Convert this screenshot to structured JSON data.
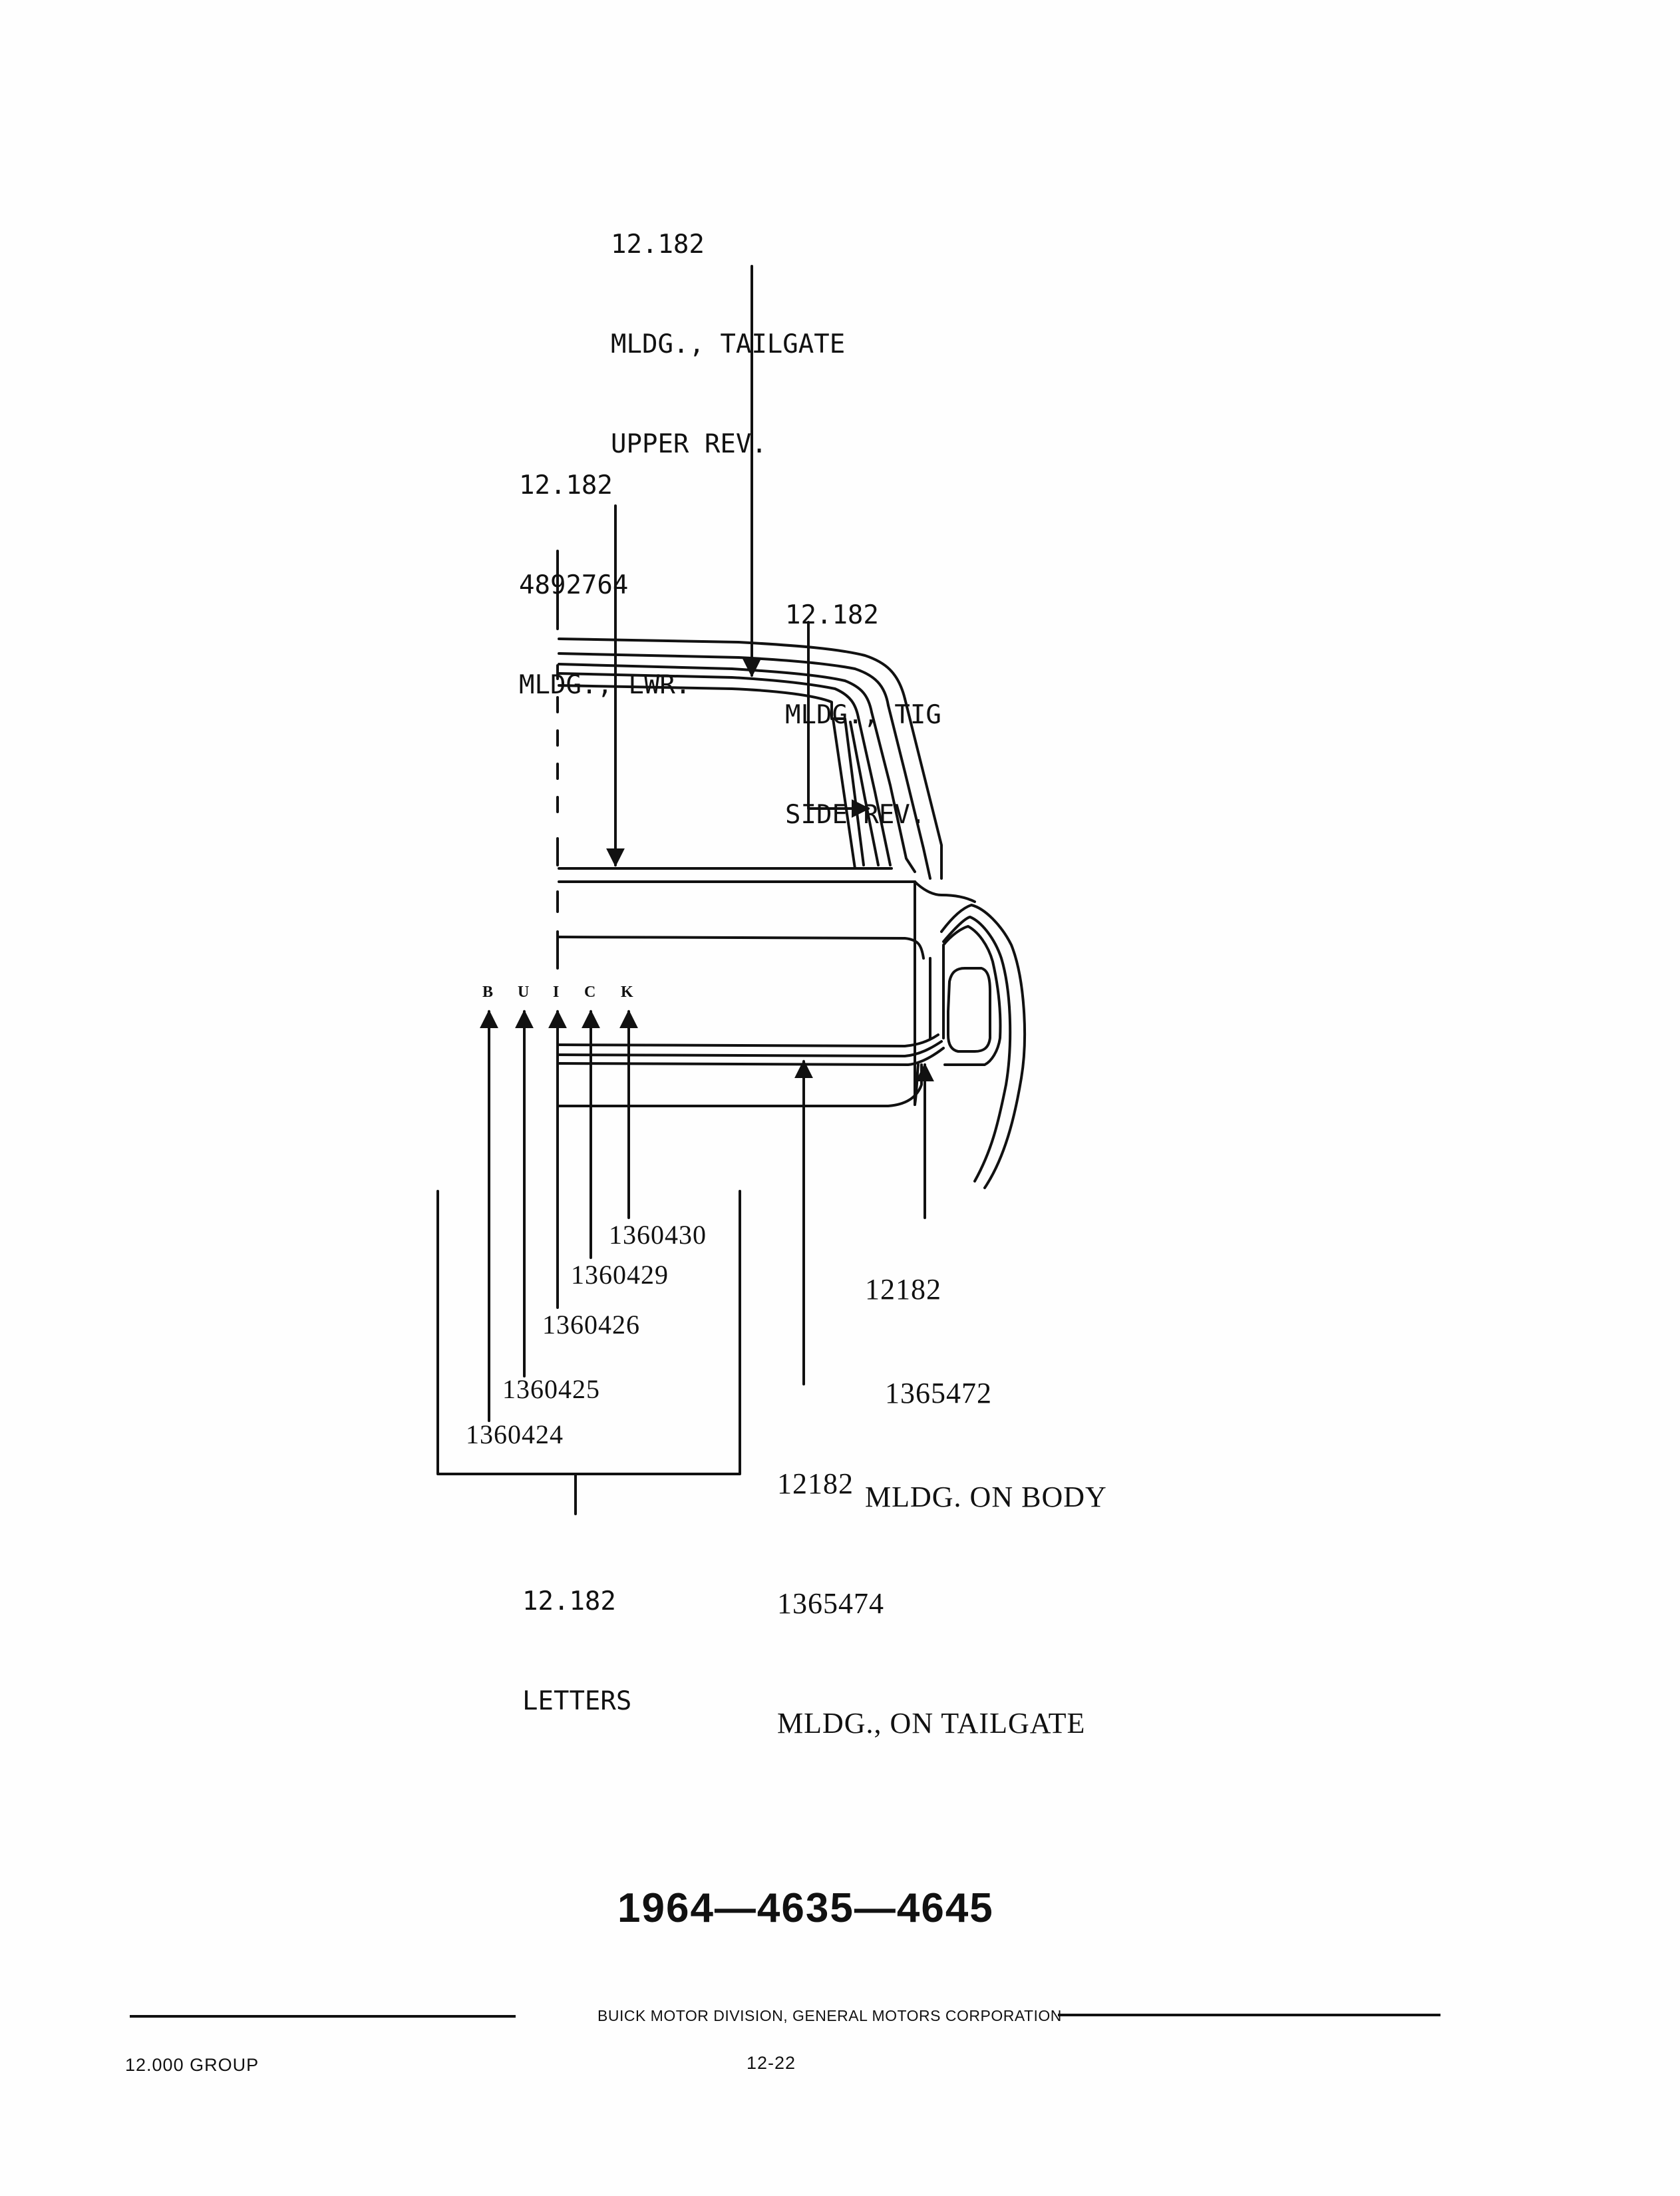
{
  "callouts": {
    "tailgate_upper": {
      "code": "12.182",
      "line1": "MLDG., TAILGATE",
      "line2": "UPPER REV."
    },
    "lower": {
      "code": "12.182",
      "part": "4892764",
      "line1": "MLDG., LWR."
    },
    "tlg_side": {
      "code": "12.182",
      "line1": "MLDG., TIG",
      "line2": "SIDE REV."
    },
    "on_body": {
      "code": "12182",
      "part": "1365472",
      "line1": "MLDG. ON BODY"
    },
    "on_tailgate": {
      "code": "12182",
      "part": "1365474",
      "line1": "MLDG., ON TAILGATE"
    },
    "letters": {
      "code": "12.182",
      "line1": "LETTERS",
      "chars": [
        "B",
        "U",
        "I",
        "C",
        "K"
      ],
      "parts": [
        "1360424",
        "1360425",
        "1360426",
        "1360429",
        "1360430"
      ]
    }
  },
  "title": "1964—4635—4645",
  "footer": {
    "company": "BUICK MOTOR DIVISION, GENERAL MOTORS CORPORATION",
    "group": "12.000 GROUP",
    "page": "12-22"
  }
}
